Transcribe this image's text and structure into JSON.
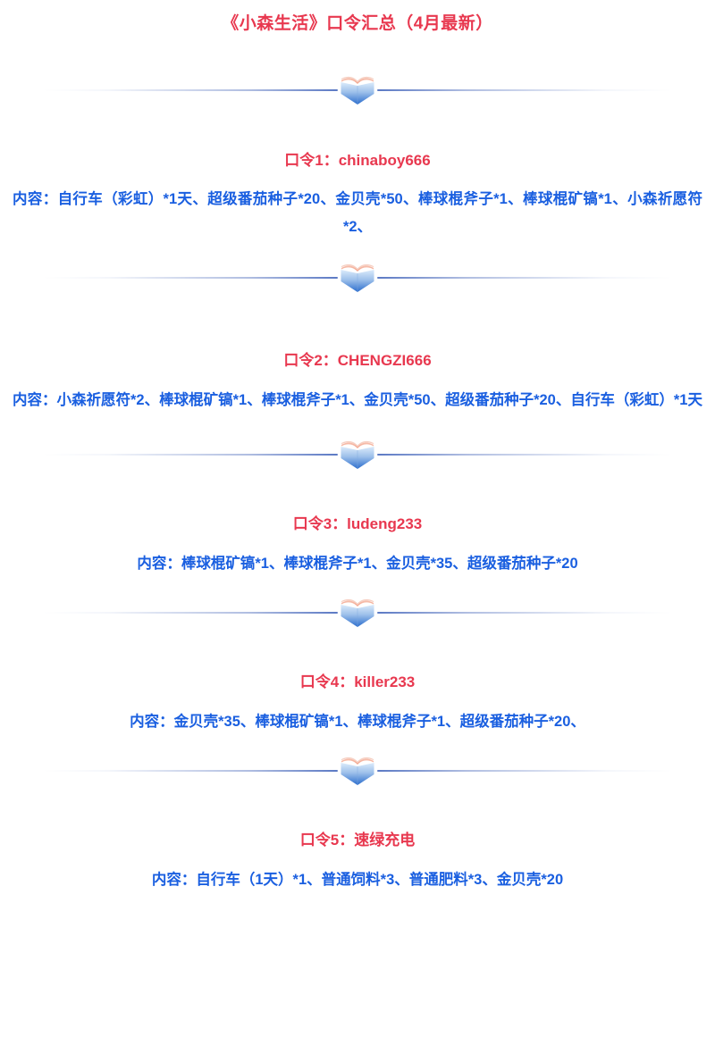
{
  "document": {
    "title": "《小森生活》口令汇总（4月最新）",
    "title_color": "#e8384f",
    "body_color": "#1a5fe0",
    "background_color": "#ffffff"
  },
  "ornament": {
    "icon": "open-book-icon",
    "gradient_top": "#cfe0f7",
    "gradient_bottom": "#2f6fd0",
    "page_edge_color": "#f3a693"
  },
  "sections": [
    {
      "heading": "口令1：chinaboy666",
      "content": "内容：自行车（彩虹）*1天、超级番茄种子*20、金贝壳*50、棒球棍斧子*1、棒球棍矿镐*1、小森祈愿符*2、"
    },
    {
      "heading": "口令2：CHENGZI666",
      "content": "内容：小森祈愿符*2、棒球棍矿镐*1、棒球棍斧子*1、金贝壳*50、超级番茄种子*20、自行车（彩虹）*1天"
    },
    {
      "heading": "口令3：ludeng233",
      "content": "内容：棒球棍矿镐*1、棒球棍斧子*1、金贝壳*35、超级番茄种子*20"
    },
    {
      "heading": "口令4：killer233",
      "content": "内容：金贝壳*35、棒球棍矿镐*1、棒球棍斧子*1、超级番茄种子*20、"
    },
    {
      "heading": "口令5：速绿充电",
      "content": "内容：自行车（1天）*1、普通饲料*3、普通肥料*3、金贝壳*20"
    }
  ]
}
